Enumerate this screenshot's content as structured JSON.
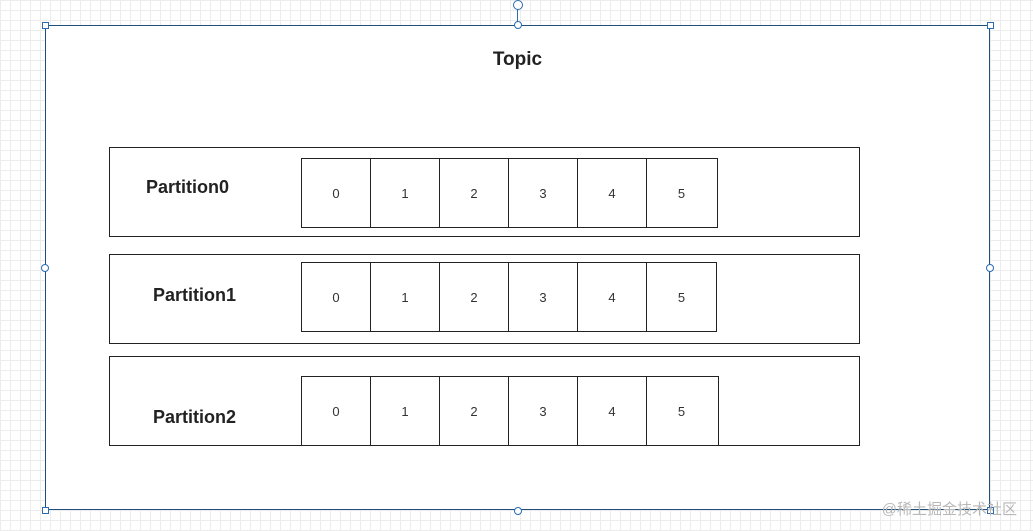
{
  "topic": {
    "title": "Topic"
  },
  "partitions": [
    {
      "label": "Partition0",
      "cells": [
        "0",
        "1",
        "2",
        "3",
        "4",
        "5"
      ]
    },
    {
      "label": "Partition1",
      "cells": [
        "0",
        "1",
        "2",
        "3",
        "4",
        "5"
      ]
    },
    {
      "label": "Partition2",
      "cells": [
        "0",
        "1",
        "2",
        "3",
        "4",
        "5"
      ]
    }
  ],
  "watermark": "@稀土掘金技术社区",
  "colors": {
    "selection": "#2b6cb0",
    "frame_border": "#1f4f7a",
    "stroke": "#222222"
  }
}
